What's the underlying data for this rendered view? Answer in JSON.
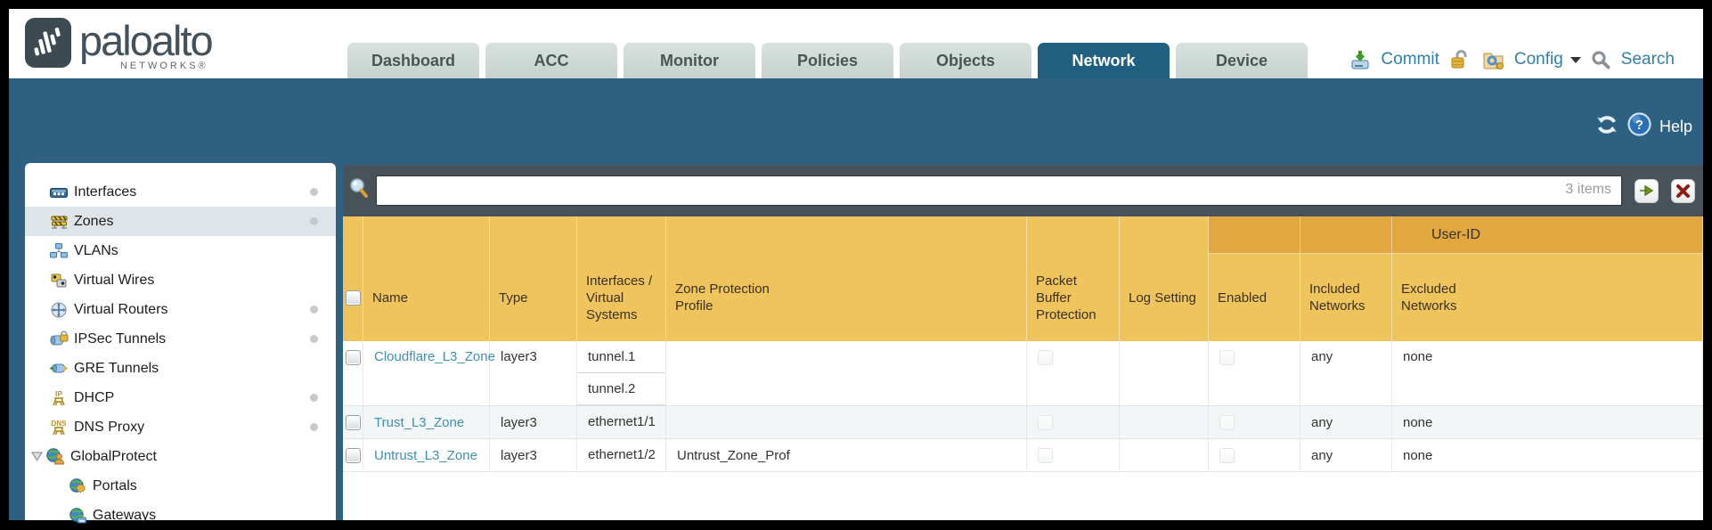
{
  "colors": {
    "teal_bar": "#2e6181",
    "active_tab": "#215f81",
    "toolbar_slate": "#47525a",
    "header_amber": "#efc45d",
    "group_amber": "#e0a83e",
    "link_blue": "#3e8fb0",
    "action_blue": "#2f7fa9",
    "selected_item_bg": "#dee4e8"
  },
  "header": {
    "brand": "paloalto",
    "brand_sub": "NETWORKS®",
    "tabs": [
      {
        "label": "Dashboard",
        "active": false
      },
      {
        "label": "ACC",
        "active": false
      },
      {
        "label": "Monitor",
        "active": false
      },
      {
        "label": "Policies",
        "active": false
      },
      {
        "label": "Objects",
        "active": false
      },
      {
        "label": "Network",
        "active": true
      },
      {
        "label": "Device",
        "active": false
      }
    ],
    "actions": {
      "commit": "Commit",
      "config": "Config",
      "search": "Search"
    }
  },
  "utility_bar": {
    "help": "Help"
  },
  "icons": {
    "dhcp_label": "IP",
    "dns_label": "DNS",
    "help_glyph": "?"
  },
  "sidebar": {
    "items": [
      {
        "label": "Interfaces"
      },
      {
        "label": "Zones"
      },
      {
        "label": "VLANs"
      },
      {
        "label": "Virtual Wires"
      },
      {
        "label": "Virtual Routers"
      },
      {
        "label": "IPSec Tunnels"
      },
      {
        "label": "GRE Tunnels"
      },
      {
        "label": "DHCP"
      },
      {
        "label": "DNS Proxy"
      },
      {
        "label": "GlobalProtect"
      },
      {
        "label": "Portals"
      },
      {
        "label": "Gateways"
      }
    ]
  },
  "toolbar": {
    "search_value": "",
    "items_count": "3 items"
  },
  "table": {
    "group_header": "User-ID",
    "columns": {
      "name": "Name",
      "type": "Type",
      "interfaces": "Interfaces / Virtual Systems",
      "zone_protection_profile": "Zone Protection Profile",
      "packet_buffer_protection": "Packet Buffer Protection",
      "log_setting": "Log Setting",
      "enabled": "Enabled",
      "included_networks": "Included Networks",
      "excluded_networks": "Excluded Networks"
    },
    "rows": [
      {
        "name": "Cloudflare_L3_Zone",
        "type": "layer3",
        "if1": "tunnel.1",
        "if2": "tunnel.2",
        "zone_protection_profile": "",
        "log_setting": "",
        "included_networks": "any",
        "excluded_networks": "none",
        "selected": false,
        "pbp_checked": false,
        "enabled_checked": false
      },
      {
        "name": "Trust_L3_Zone",
        "type": "layer3",
        "if1": "ethernet1/1",
        "zone_protection_profile": "",
        "log_setting": "",
        "included_networks": "any",
        "excluded_networks": "none",
        "selected": false,
        "pbp_checked": false,
        "enabled_checked": false
      },
      {
        "name": "Untrust_L3_Zone",
        "type": "layer3",
        "if1": "ethernet1/2",
        "zone_protection_profile": "Untrust_Zone_Prof",
        "log_setting": "",
        "included_networks": "any",
        "excluded_networks": "none",
        "selected": false,
        "pbp_checked": false,
        "enabled_checked": false
      }
    ]
  }
}
